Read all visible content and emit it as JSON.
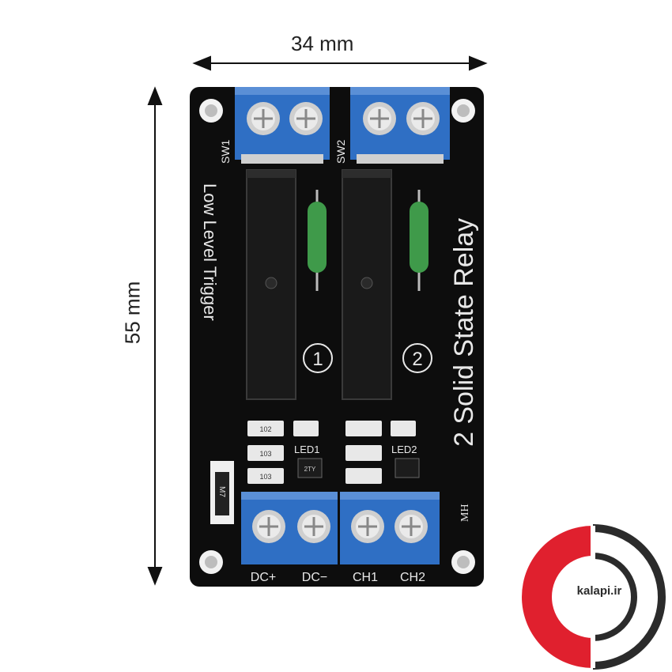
{
  "dimensions": {
    "width_label": "34 mm",
    "height_label": "55 mm"
  },
  "board": {
    "title": "2 Solid State Relay",
    "trigger_label": "Low Level Trigger",
    "terminals_top": [
      "SW1",
      "SW2"
    ],
    "terminals_bottom": [
      "DC+",
      "DC−",
      "CH1",
      "CH2"
    ],
    "channel_numbers": [
      "1",
      "2"
    ],
    "led_labels": [
      "LED1",
      "LED2"
    ],
    "resistor_codes": [
      "102",
      "103",
      "103"
    ],
    "transistor_code": "2TY",
    "diode_code": "M7",
    "maker_mark": "MH"
  },
  "logo": {
    "text": "kalapi.ir",
    "colors": {
      "red": "#e0202e",
      "dark": "#2b2b2b"
    }
  },
  "colors": {
    "board": "#0d0d0d",
    "terminal": "#2f6fc4",
    "relay": "#1a1a1a",
    "capacitor": "#3f9a4a"
  }
}
